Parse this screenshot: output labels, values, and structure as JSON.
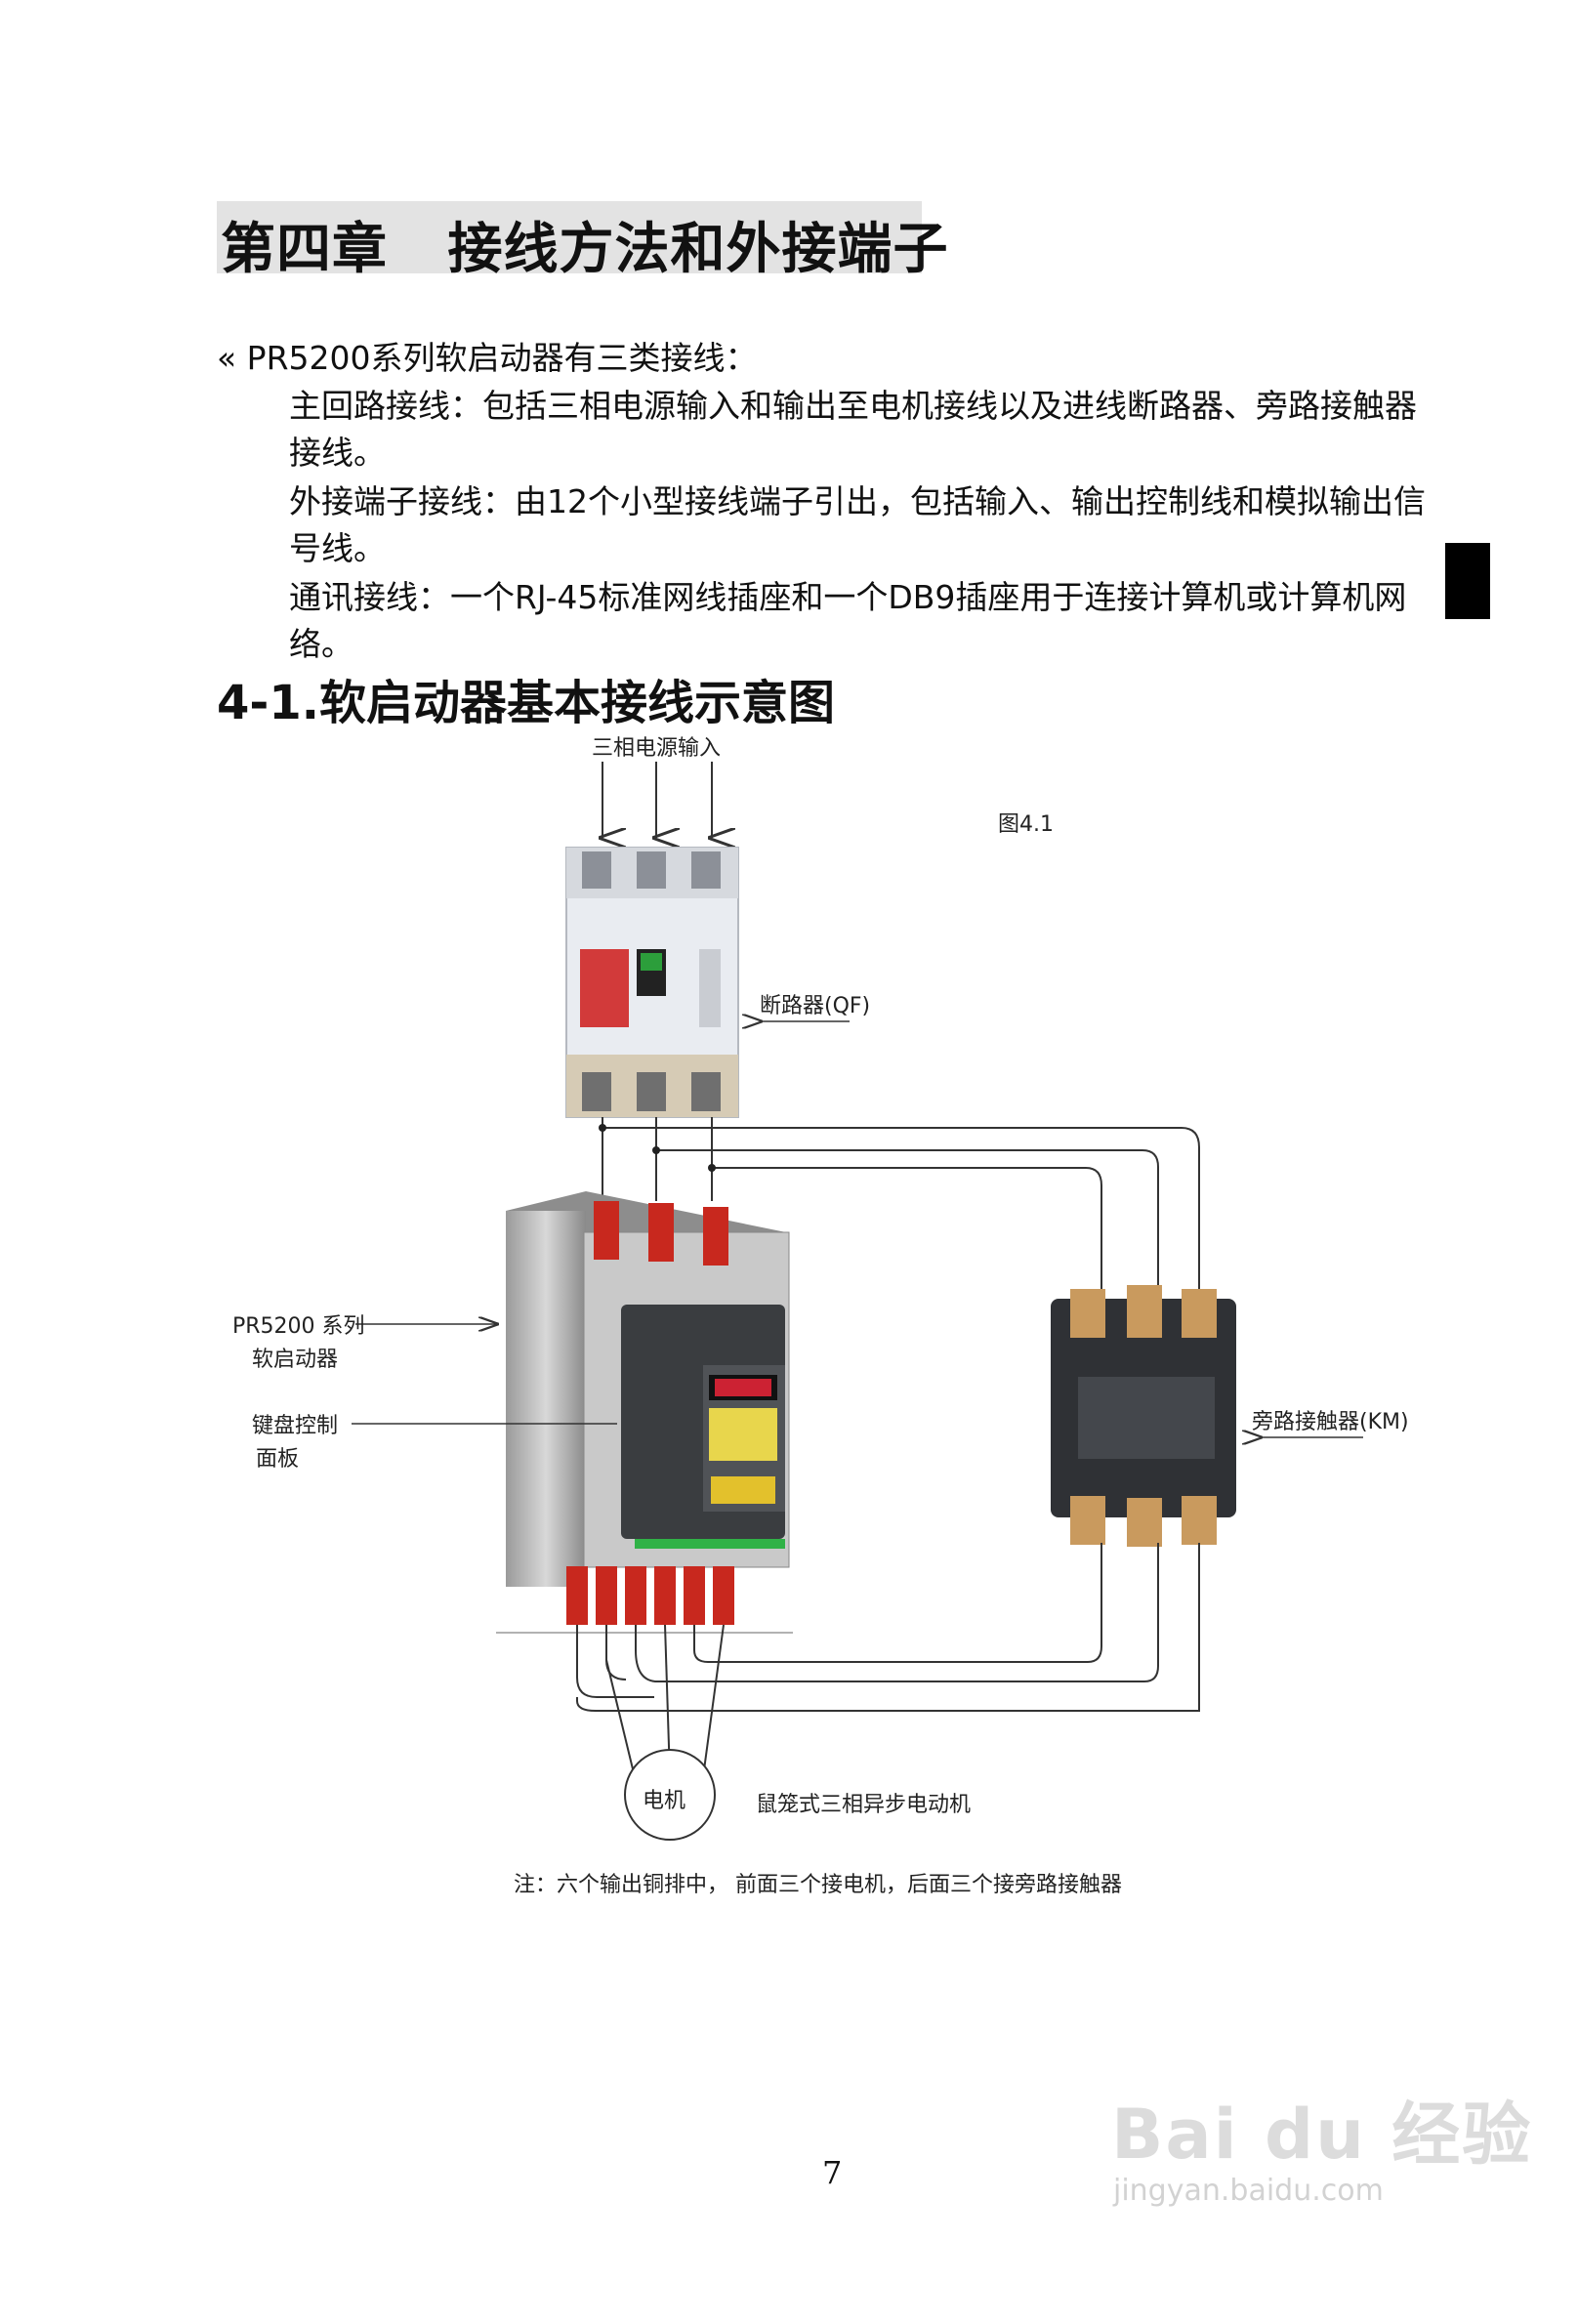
{
  "chapter_title": "第四章   接线方法和外接端子",
  "intro": "« PR5200系列软启动器有三类接线：",
  "para1": "主回路接线：包括三相电源输入和输出至电机接线以及进线断路器、旁路接触器接线。",
  "para2": "外接端子接线：由12个小型接线端子引出，包括输入、输出控制线和模拟输出信号线。",
  "para3": "通讯接线：一个RJ-45标准网线插座和一个DB9插座用于连接计算机或计算机网络。",
  "section_title": "4-1.软启动器基本接线示意图",
  "diagram": {
    "power_input": "三相电源输入",
    "figure_label": "图4.1",
    "breaker": "断路器(QF)",
    "starter_line1": "PR5200 系列",
    "starter_line2": "软启动器",
    "keypad_line1": "键盘控制",
    "keypad_line2": "面板",
    "contactor": "旁路接触器(KM)",
    "motor": "电机",
    "motor_desc": "鼠笼式三相异步电动机",
    "note": "注：六个输出铜排中， 前面三个接电机，后面三个接旁路接触器"
  },
  "page_number": "7",
  "watermark": {
    "brand": "Bai du 经验",
    "url": "jingyan.baidu.com"
  }
}
